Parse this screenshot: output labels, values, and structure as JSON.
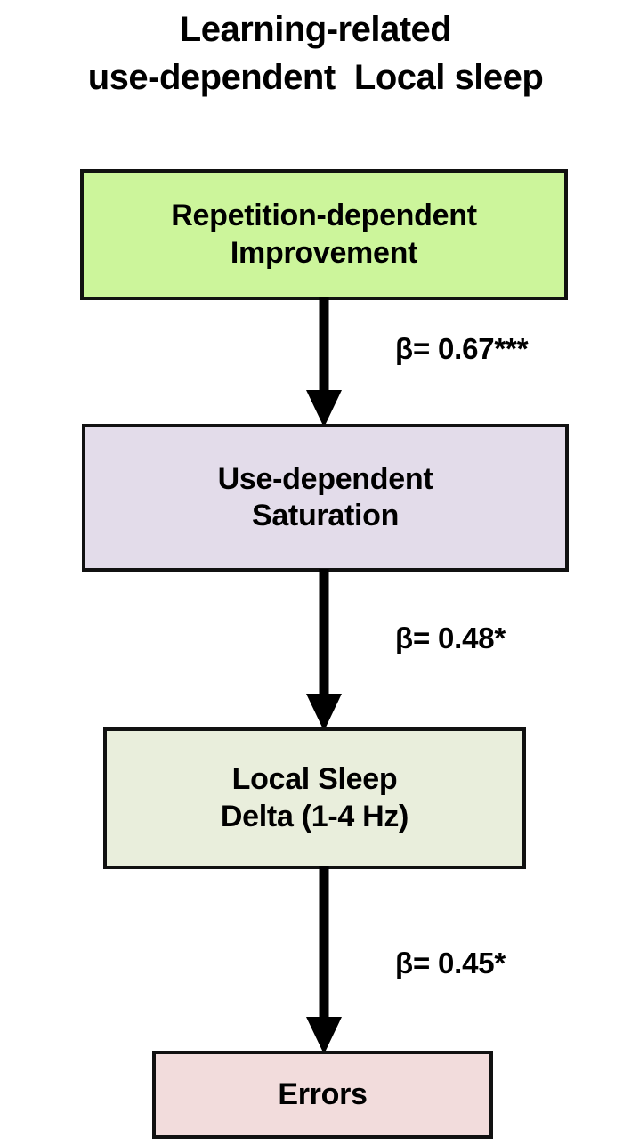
{
  "title": {
    "line1": "Learning-related",
    "line2": "use-dependent  Local sleep"
  },
  "colors": {
    "box_repetition": "#ccf59b",
    "box_saturation": "#e3dcea",
    "box_local_sleep": "#e9eedc",
    "box_errors": "#f2dcdc",
    "border": "#111111",
    "text": "#000000",
    "background": "#ffffff"
  },
  "nodes": [
    {
      "id": "repetition-dependent-improvement",
      "label": "Repetition-dependent\nImprovement",
      "fill": "#ccf59b"
    },
    {
      "id": "use-dependent-saturation",
      "label": "Use-dependent\nSaturation",
      "fill": "#e3dcea"
    },
    {
      "id": "local-sleep-delta",
      "label": "Local Sleep\nDelta (1-4 Hz)",
      "fill": "#e9eedc"
    },
    {
      "id": "errors",
      "label": "Errors",
      "fill": "#f2dcdc"
    }
  ],
  "edges": [
    {
      "id": "edge-1",
      "from": "repetition-dependent-improvement",
      "to": "use-dependent-saturation",
      "label": "β= 0.67***",
      "beta": 0.67,
      "significance": "***"
    },
    {
      "id": "edge-2",
      "from": "use-dependent-saturation",
      "to": "local-sleep-delta",
      "label": "β= 0.48*",
      "beta": 0.48,
      "significance": "*"
    },
    {
      "id": "edge-3",
      "from": "local-sleep-delta",
      "to": "errors",
      "label": "β= 0.45*",
      "beta": 0.45,
      "significance": "*"
    }
  ]
}
